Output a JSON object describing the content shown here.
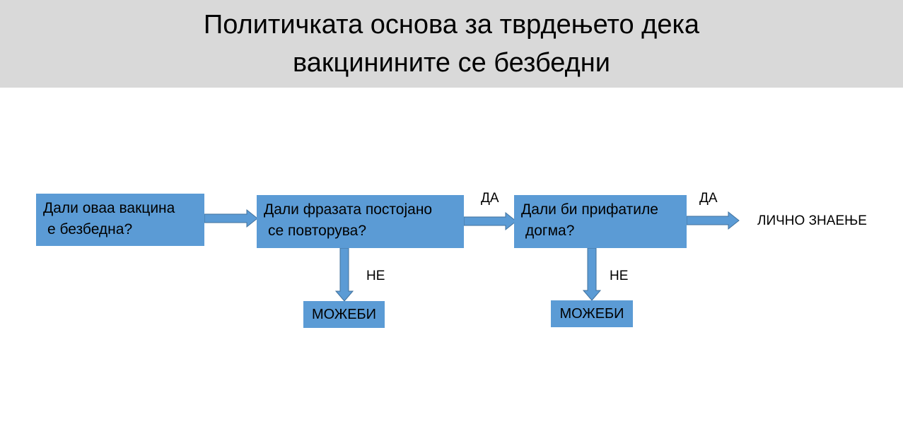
{
  "title": {
    "line1": "Политичката основа за тврдењето дека",
    "line2": "вакцинините се безбедни"
  },
  "nodes": {
    "q1": {
      "line1": "Дали оваа вакцина",
      "line2": "е безбедна?"
    },
    "q2": {
      "line1": "Дали фразата постојано",
      "line2": "се повторува?"
    },
    "q3": {
      "line1": "Дали би прифатиле",
      "line2": "догма?"
    },
    "maybe1": "МОЖЕБИ",
    "maybe2": "МОЖЕБИ",
    "result": "ЛИЧНО ЗНАЕЊЕ"
  },
  "edge_labels": {
    "yes1": "ДА",
    "yes2": "ДА",
    "no1": "НЕ",
    "no2": "НЕ"
  },
  "colors": {
    "box_fill": "#5b9bd5",
    "arrow_outline": "#41719c",
    "title_bar": "#d9d9d9"
  }
}
